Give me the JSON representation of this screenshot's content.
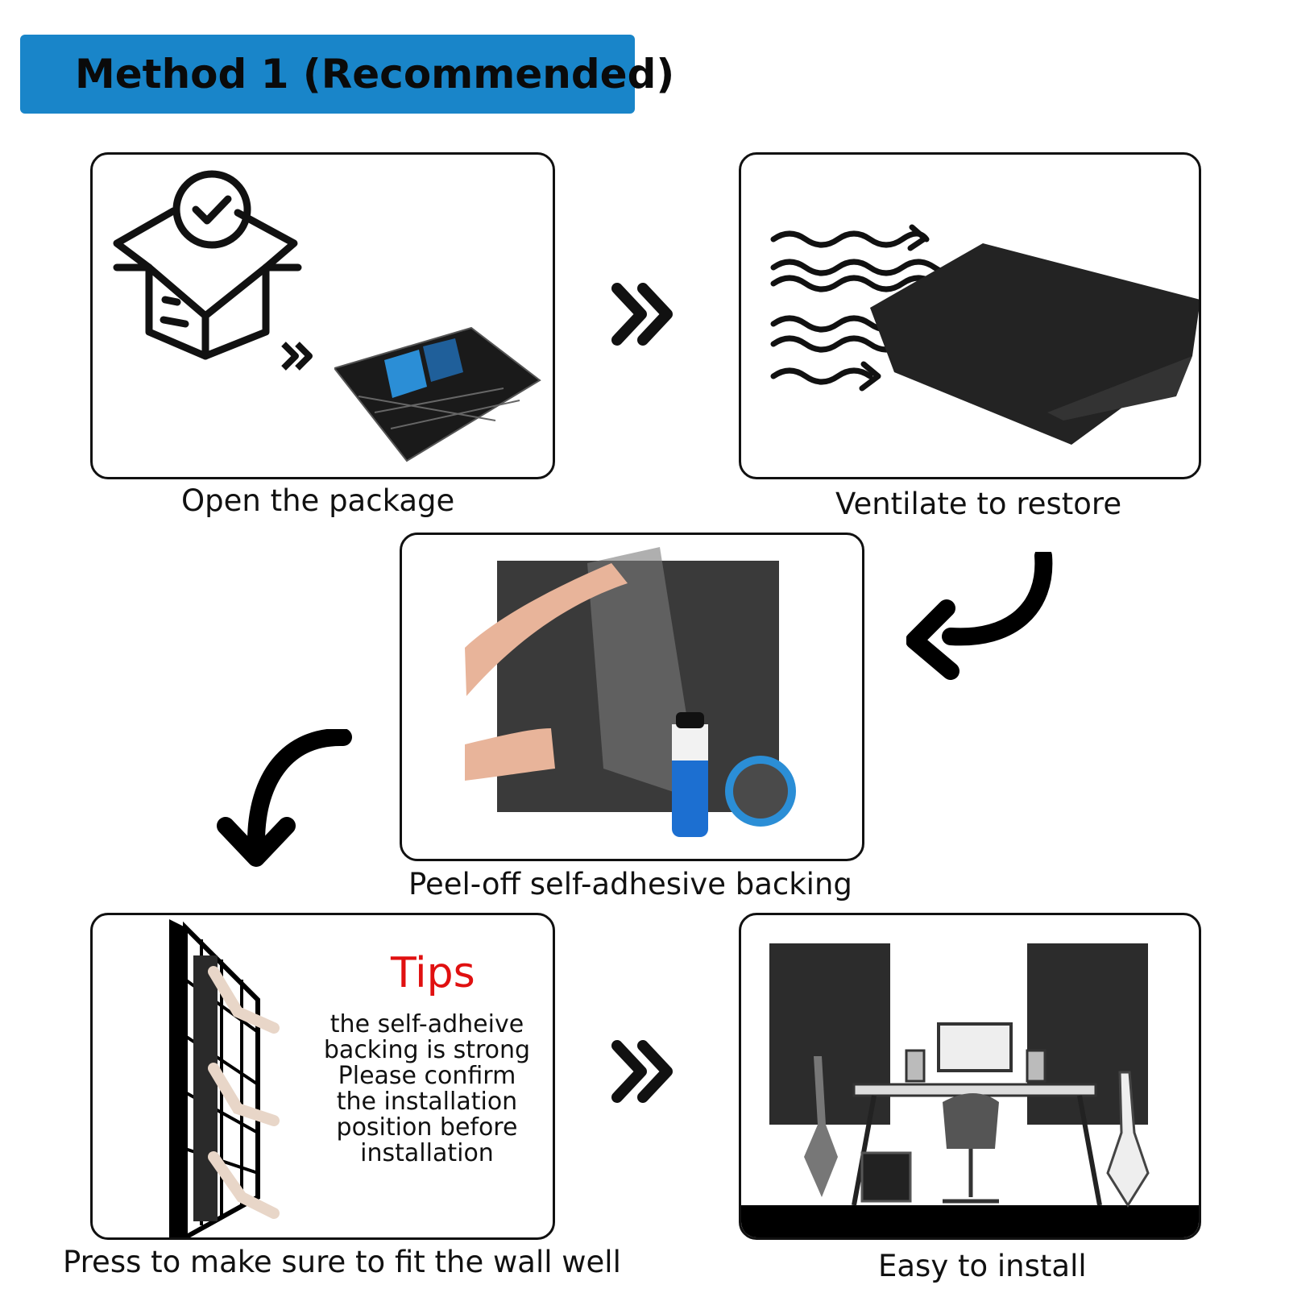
{
  "header": {
    "title": "Method 1  (Recommended)",
    "color": "#1985c9"
  },
  "steps": [
    {
      "caption": "Open the package"
    },
    {
      "caption": "Ventilate to restore"
    },
    {
      "caption": "Peel-off self-adhesive backing"
    },
    {
      "caption": "Press to make sure to fit the wall well"
    },
    {
      "caption": "Easy to install"
    }
  ],
  "tips": {
    "title": "Tips",
    "title_color": "#e01010",
    "lines": [
      "the self-adheive",
      "backing is strong",
      "Please confirm",
      "the installation",
      "position before",
      "installation"
    ]
  },
  "icons": [
    "open-box-check-icon",
    "double-chevron-icon",
    "wavy-airflow-icon",
    "curved-arrow-icon"
  ]
}
